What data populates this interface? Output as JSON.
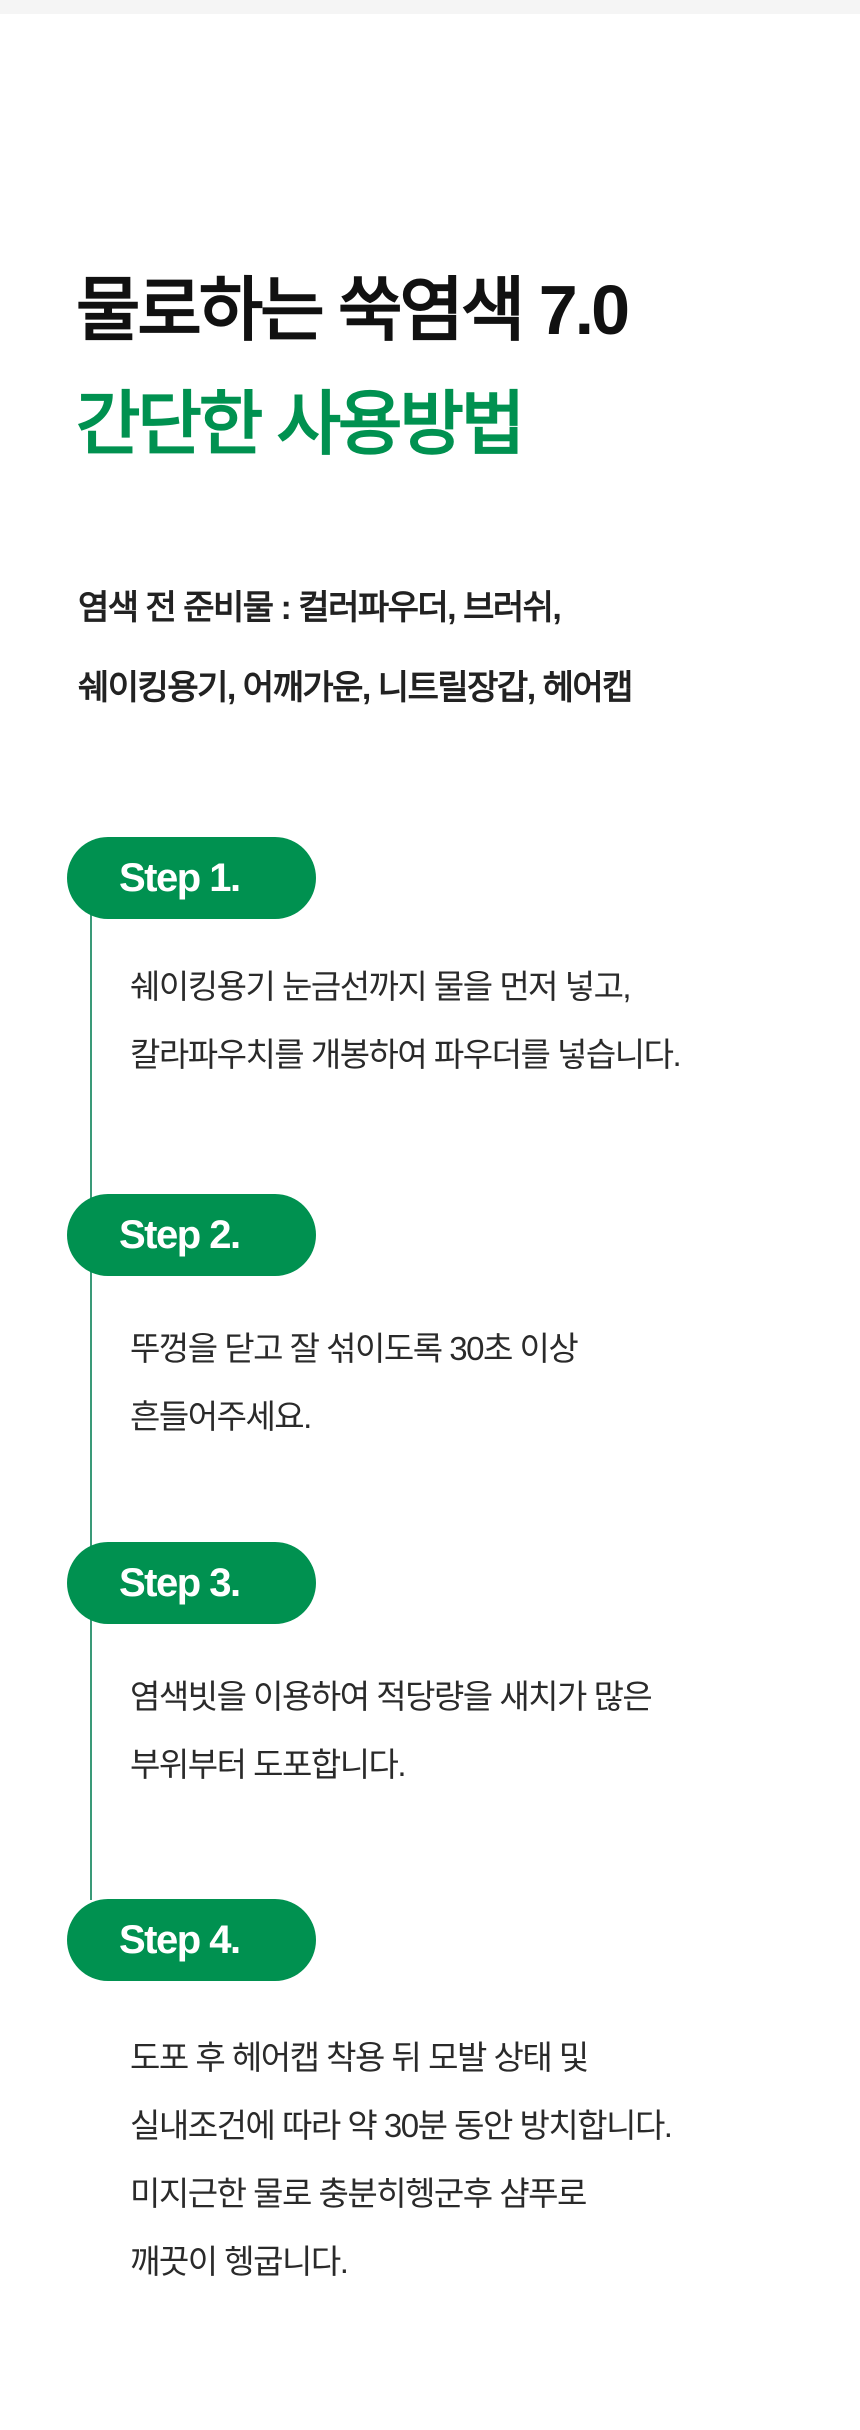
{
  "header": {
    "title_line1": "물로하는 쑥염색 7.0",
    "title_line2": "간단한 사용방법",
    "prep_line1": "염색 전 준비물 : 컬러파우더, 브러쉬,",
    "prep_line2": "쉐이킹용기, 어깨가운, 니트릴장갑, 헤어캡"
  },
  "colors": {
    "accent": "#009150",
    "text": "#2a2a2a"
  },
  "steps": [
    {
      "label": "Step 1.",
      "lines": [
        "쉐이킹용기 눈금선까지 물을 먼저 넣고,",
        "칼라파우치를 개봉하여 파우더를 넣습니다."
      ]
    },
    {
      "label": "Step 2.",
      "lines": [
        "뚜껑을 닫고 잘 섞이도록 30초 이상",
        "흔들어주세요."
      ]
    },
    {
      "label": "Step 3.",
      "lines": [
        "염색빗을 이용하여 적당량을 새치가 많은",
        "부위부터 도포합니다."
      ]
    },
    {
      "label": "Step 4.",
      "lines": [
        "도포 후 헤어캡 착용 뒤 모발 상태 및",
        "실내조건에 따라 약 30분 동안 방치합니다.",
        "미지근한  물로 충분히헹군후 샴푸로",
        "깨끗이 헹굽니다."
      ]
    }
  ]
}
